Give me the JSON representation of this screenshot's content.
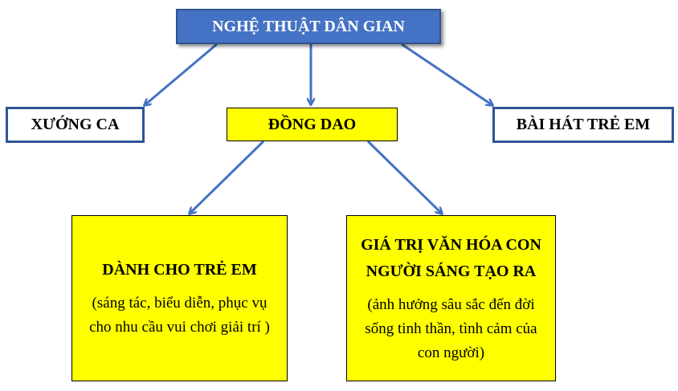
{
  "root": {
    "label": "NGHỆ THUẬT DÂN GIAN"
  },
  "level1": {
    "left": "XƯỚNG CA",
    "center": "ĐỒNG DAO",
    "right": "BÀI HÁT TRẺ EM"
  },
  "level2": {
    "left_title": "DÀNH CHO TRẺ EM",
    "left_desc": "(sáng tác, biểu diễn, phục vụ cho nhu cầu vui chơi giải trí )",
    "right_title": "GIÁ TRỊ VĂN HÓA CON NGƯỜI SÁNG TẠO RA",
    "right_desc": "(ảnh hưởng sâu sắc đến đời sống tinh thần, tình cảm của con người)"
  },
  "colors": {
    "root_fill": "#4472c4",
    "highlight_fill": "#ffff00",
    "border_blue": "#2f5597",
    "arrow": "#4472c4"
  }
}
